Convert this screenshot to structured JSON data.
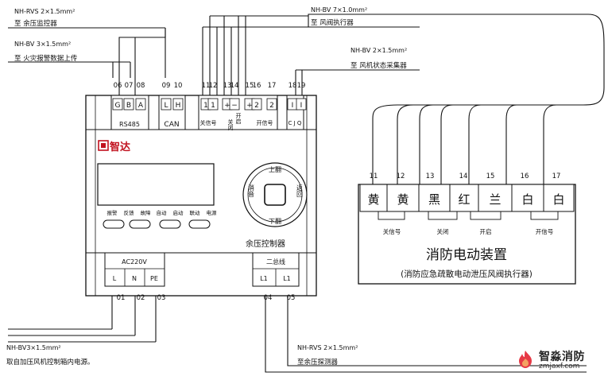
{
  "cables": {
    "c1_spec": "NH-RVS 2×1.5mm²",
    "c1_to": "至 余压监控器",
    "c2_spec": "NH-BV 3×1.5mm²",
    "c2_to": "至 火灾报警数据上传",
    "c3_spec": "NH-BV 7×1.0mm²",
    "c3_to": "至 风阀执行器",
    "c4_spec": "NH-BV 2×1.5mm²",
    "c4_to": "至 风机状态采集器",
    "c5_spec": "NH-BV3×1.5mm²",
    "c5_to": "取自加压风机控制箱内电源。",
    "c6_spec": "NH-RVS 2×1.5mm²",
    "c6_to": "至余压探测器"
  },
  "top_terminal_numbers": [
    "06",
    "07",
    "08",
    "09",
    "10",
    "11",
    "12",
    "13",
    "14",
    "15",
    "16",
    "17",
    "18",
    "19"
  ],
  "top_terminal_labels": [
    "G",
    "B",
    "A",
    "L",
    "H",
    "1",
    "1",
    "+",
    "−",
    "+",
    "2",
    "2",
    "I",
    "I"
  ],
  "top_groups": {
    "rs485": "RS485",
    "can": "CAN",
    "close_signal": "关信号",
    "close": "关闭",
    "open": "开启",
    "open_signal": "开信号",
    "cjq": "C J Q"
  },
  "controller": {
    "brand": "智达",
    "name": "余压控制器",
    "nav_up": "上翻",
    "nav_down": "下翻",
    "nav_mute": "消音",
    "nav_back": "返回",
    "buttons": [
      "报警",
      "反馈",
      "故障",
      "自动",
      "启动",
      "联动",
      "电源"
    ]
  },
  "bottom_terminals": {
    "ac_label": "AC220V",
    "bus_label": "二总线",
    "ac_labels": [
      "L",
      "N",
      "PE"
    ],
    "bus_labels": [
      "L1",
      "L1"
    ],
    "numbers": [
      "01",
      "02",
      "03",
      "04",
      "05"
    ]
  },
  "damper_device": {
    "terminal_numbers": [
      "11",
      "12",
      "13",
      "14",
      "15",
      "16",
      "17"
    ],
    "wire_colors": [
      "黄",
      "黄",
      "黑",
      "红",
      "兰",
      "白",
      "白"
    ],
    "sig_close": "关信号",
    "sig_closed": "关闭",
    "sig_open": "开启",
    "sig_open2": "开信号",
    "title": "消防电动装置",
    "subtitle": "(消防应急疏散电动泄压风阀执行器)"
  },
  "watermark": {
    "title": "智淼消防",
    "url": "zmjaxf.com"
  }
}
